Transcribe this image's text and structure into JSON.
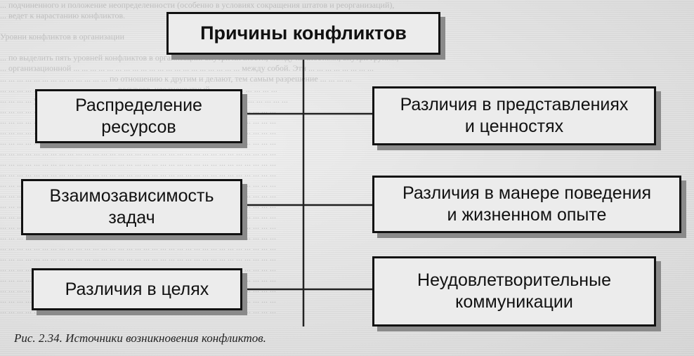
{
  "diagram": {
    "title": "Причины конфликтов",
    "left_causes": [
      "Распределение\nресурсов",
      "Взаимозависимость\nзадач",
      "Различия в целях"
    ],
    "right_causes": [
      "Различия в представлениях\nи ценностях",
      "Различия в манере поведения\nи жизненном опыте",
      "Неудовлетворительные\nкоммуникации"
    ]
  },
  "background_text": [
    "... подчиненного и положение неопределенности (особенно в условиях сокращения штатов и реорганизаций),",
    "... ведет к нарастанию конфликтов.",
    "",
    "Уровни конфликтов в организации",
    "",
    "... по выделить пять уровней конфликтов в организации: внутри личности, между личностями, внутри группы,",
    "... организационной ... ... ... ... ... ... ... ... ... ... ... ... ... ... ... ... ... ... ... ... между собой. Эти ... ... ... ... ... ... ... ...",
    "... ... ... ... ... ... ... ... ... ... ... ... ... по отношению к другим и делают, тем самым разрешение ... ... ... ...",
    "... ... ... ... ... ... ... ... ... ... ... ... ... ... ресурсов, неоднократный ... ... ... ... ... ... ... ...",
    "... ... ... ... управления, ... ... ... ... ... ... ... ... ... ... ... ... ... ... ... ... ... ... ... ... ... ... ... ... ...",
    "... ... ... ... ... ... ... ... ... ... ... ... ... ... ... ... ... ... ... ... ... ... ... ... ... ... ... ... ... ... ... ... ...",
    "... ... ... ... ... ... ... ... ... ... ... ... ... ... ... ... ... ... ... ... ... ... ... ... ... ... ... ... ... ... ... ... ...",
    "... ... ... ... ... ... ... ... ... ... ... ... ... ... ... ... ... ... ... ... ... ... ... ... ... ... ... ... ... ... ... ... ...",
    "... ... ... ... ... ... ... ... ... ... ... ... ... ... ... ... ... ... ... ... ... ... ... ... ... ... ... ... ... ... ... ... ...",
    "... ... ... ... ... ... ... ... ... ... ... ... ... ... ... ... ... ... ... ... ... ... ... ... ... ... ... ... ... ... ... ... ...",
    "... ... ... ... ... ... ... ... ... ... ... ... ... ... ... ... ... ... ... ... ... ... ... ... ... ... ... ... ... ... ... ... ...",
    "... ... ... ... ... ... ... ... ... ... ... ... ... ... ... ... ... ... ... ... ... ... ... ... ... ... ... ... ... ... ... ... ...",
    "... ... ... ... ... ... ... ... ... ... ... ... ... ... ... ... ... ... ... ... ... ... ... ... ... ... ... ... ... ... ... ... ...",
    "... ... ... ... ... ... ... ... ... ... ... ... ... ... ... ... ... ... ... ... ... ... ... ... ... ... ... ... ... ... ... ... ...",
    "... ... ... ... ... ... ... ... ... ... ... ... ... ... ... ... ... ... ... ... ... ... ... ... ... ... ... ... ... ... ... ... ...",
    "... ... ... ... ... ... ... ... ... ... ... ... ... ... ... ... ... ... ... ... ... ... ... ... ... ... ... ... ... ... ... ... ...",
    "... ... ... ... ... ... ... ... ... ... ... ... ... ... ... ... ... ... ... ... ... ... ... ... ... ... ... ... ... ... ... ... ...",
    "... ... ... ... ... ... ... ... ... ... ... ... ... ... ... ... ... ... ... ... ... ... ... ... ... ... ... ... ... ... ... ... ...",
    "... ... ... ... ... ... ... ... ... ... ... ... ... ... ... ... ... ... ... ... ... ... ... ... ... ... ... ... ... ... ... ... ...",
    "... ... ... ... ... ... ... ... ... ... ... ... ... ... ... ... ... ... ... ... ... ... ... ... ... ... ... ... ... ... ... ... ...",
    "... ... ... ... ... ... ... ... ... ... ... ... ... ... ... ... ... ... ... ... ... ... ... ... ... ... ... ... ... ... ... ... ...",
    "... ... ... ... ... ... ... ... ... ... ... ... ... ... ... ... ... ... ... ... ... ... ... ... ... ... ... ... ... ... ... ... ...",
    "... ... ... ... ... ... ... ... ... ... ... ... ... ... ... ... ... ... ... ... ... ... ... ... ... ... ... ... ... ... ... ... ...",
    "... ... ... ... ... ... ... ... ... ... ... ... ... ... ... ... ... ... ... ... ... ... ... ... ... ... ... ... ... ... ... ... ...",
    "... ... ... ... ... ... ... ... ... ... ... ... ... ... ... ... ... ... ... ... ... ... ... ... ... ... ... ... ... ... ... ... ..."
  ],
  "caption": "Рис. 2.34. Источники возникновения конфликтов."
}
